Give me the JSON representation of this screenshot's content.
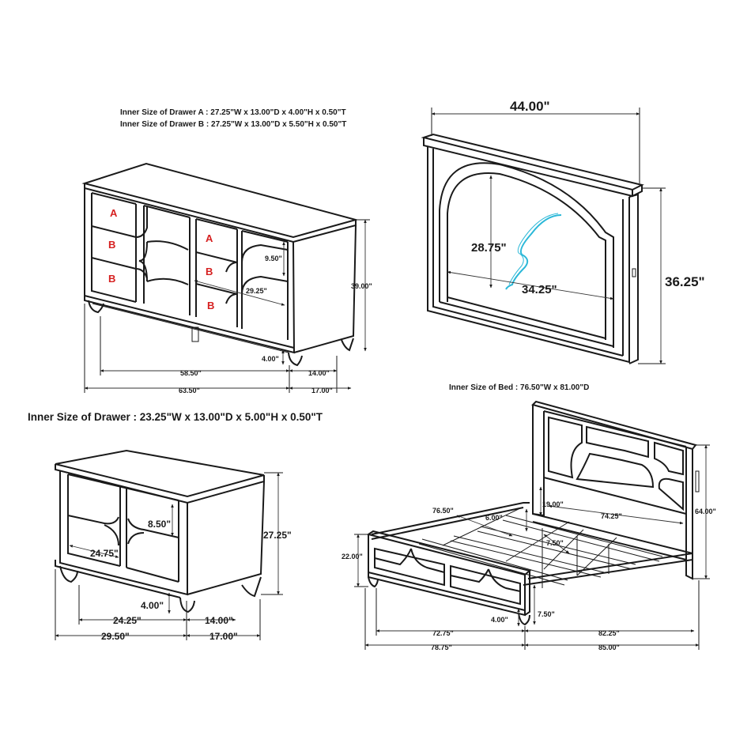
{
  "colors": {
    "line": "#1a1a1a",
    "drawer_label": "#d62020",
    "mirror_light": "#2bb8d8"
  },
  "notes": {
    "dresser_drawer_a": "Inner Size of Drawer A : 27.25\"W x 13.00\"D x 4.00\"H x 0.50\"T",
    "dresser_drawer_b": "Inner Size of Drawer B : 27.25\"W x 13.00\"D x 5.50\"H x 0.50\"T",
    "nightstand_drawer": "Inner Size of Drawer : 23.25\"W x 13.00\"D x 5.00\"H x 0.50\"T",
    "bed_inner": "Inner Size of Bed : 76.50\"W x 81.00\"D"
  },
  "dresser": {
    "drawer_labels": [
      "A",
      "B",
      "B",
      "A",
      "B",
      "B"
    ],
    "dims": {
      "drawer_h": "9.50\"",
      "drawer_w": "29.25\"",
      "height": "39.00\"",
      "leg": "4.00\"",
      "inner_w": "58.50\"",
      "depth_inner": "14.00\"",
      "width": "63.50\"",
      "depth": "17.00\""
    }
  },
  "mirror": {
    "dims": {
      "width": "44.00\"",
      "height": "36.25\"",
      "glass_h": "28.75\"",
      "glass_w": "34.25\""
    }
  },
  "nightstand": {
    "dims": {
      "drawer_h": "8.50\"",
      "drawer_w": "24.75\"",
      "height": "27.25\"",
      "leg": "4.00\"",
      "inner_w": "24.25\"",
      "depth_inner": "14.00\"",
      "width": "29.50\"",
      "depth": "17.00\""
    }
  },
  "bed": {
    "dims": {
      "rail_w": "76.50\"",
      "rail_h": "6.00\"",
      "hb_clear": "19.00\"",
      "hb_w": "74.25\"",
      "height": "64.00\"",
      "slat_gap": "7.50\"",
      "fb_h": "22.00\"",
      "leg": "4.00\"",
      "clearance": "7.50\"",
      "fb_inner_w": "72.75\"",
      "length_inner": "82.25\"",
      "width": "78.75\"",
      "length": "85.00\""
    }
  }
}
